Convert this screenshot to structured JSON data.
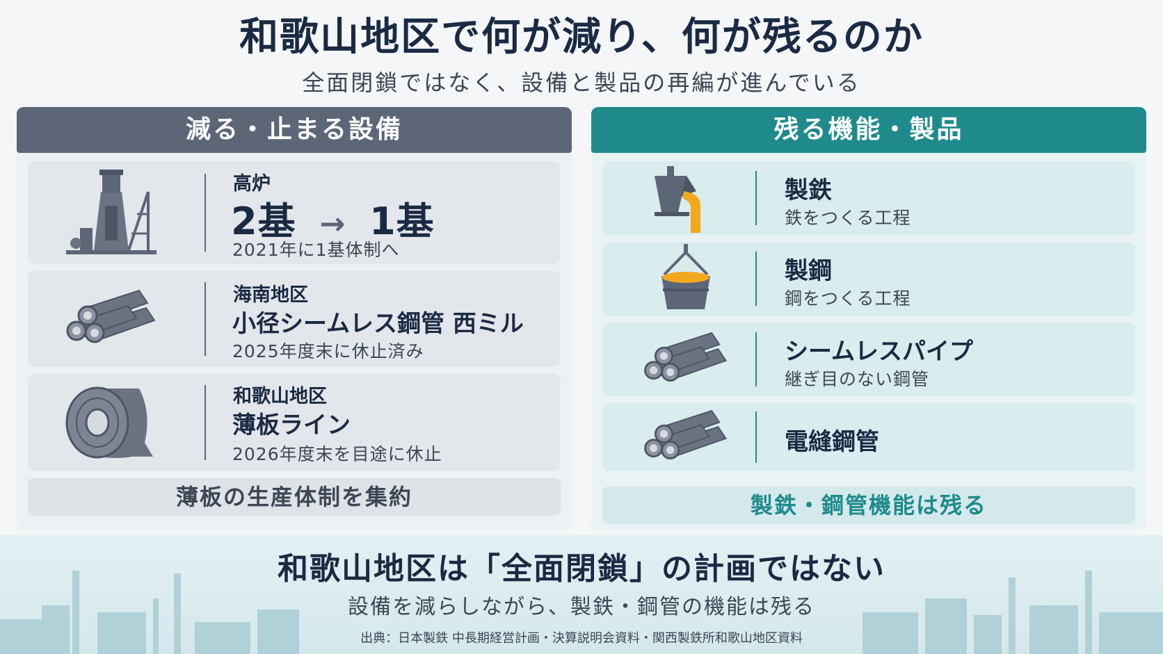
{
  "title": "和歌山地区で何が減り、何が残るのか",
  "subtitle": "全面閉鎖ではなく、設備と製品の再編が進んでいる",
  "left_panel": {
    "header": "減る・止まる設備",
    "cards": [
      {
        "icon": "blast-furnace-icon",
        "label": "高炉",
        "before": "2基",
        "arrow": "→",
        "after": "1基",
        "note": "2021年に1基体制へ"
      },
      {
        "icon": "pipes-icon",
        "label": "海南地区",
        "name": "小径シームレス鋼管 西ミル",
        "note": "2025年度末に休止済み"
      },
      {
        "icon": "steel-coil-icon",
        "label": "和歌山地区",
        "name": "薄板ライン",
        "note": "2026年度末を目途に休止"
      }
    ],
    "footer": "薄板の生産体制を集約"
  },
  "right_panel": {
    "header": "残る機能・製品",
    "cards": [
      {
        "icon": "molten-iron-pour-icon",
        "name": "製鉄",
        "note": "鉄をつくる工程"
      },
      {
        "icon": "ladle-icon",
        "name": "製鋼",
        "note": "鋼をつくる工程"
      },
      {
        "icon": "pipes-icon",
        "name": "シームレスパイプ",
        "note": "継ぎ目のない鋼管"
      },
      {
        "icon": "pipes-icon",
        "name": "電縫鋼管",
        "note": ""
      }
    ],
    "footer": "製鉄・鋼管機能は残る"
  },
  "conclusion": {
    "headline": "和歌山地区は「全面閉鎖」の計画ではない",
    "sub": "設備を減らしながら、製鉄・鋼管の機能は残る"
  },
  "source": "出典：日本製鉄 中長期経営計画・決算説明会資料・関西製鉄所和歌山地区資料",
  "colors": {
    "left_accent": "#5d6677",
    "right_accent": "#1f8a8c",
    "title": "#1b2a43",
    "molten": "#f2a81d"
  }
}
